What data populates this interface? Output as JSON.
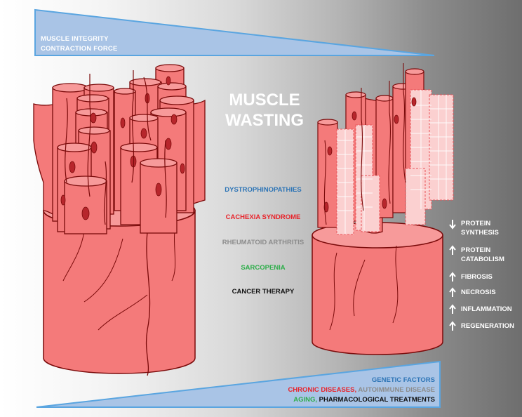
{
  "title_lines": [
    "MUSCLE",
    "WASTING"
  ],
  "top_triangle": {
    "lines": [
      "MUSCLE INTEGRITY",
      "CONTRACTION FORCE"
    ]
  },
  "conditions": [
    {
      "label": "DYSTROPHINOPATHIES",
      "color": "#2e75b6"
    },
    {
      "label": "CACHEXIA SYNDROME",
      "color": "#e8232a"
    },
    {
      "label": "RHEUMATOID ARTHRITIS",
      "color": "#8c8c8c"
    },
    {
      "label": "SARCOPENIA",
      "color": "#2fae4b"
    },
    {
      "label": "CANCER THERAPY",
      "color": "#111111"
    }
  ],
  "effects": [
    {
      "arrow": "down",
      "lines": [
        "PROTEIN",
        "SYNTHESIS"
      ]
    },
    {
      "arrow": "up",
      "lines": [
        "PROTEIN",
        "CATABOLISM"
      ]
    },
    {
      "arrow": "up",
      "lines": [
        "FIBROSIS"
      ]
    },
    {
      "arrow": "up",
      "lines": [
        "NECROSIS"
      ]
    },
    {
      "arrow": "up",
      "lines": [
        "INFLAMMATION"
      ]
    },
    {
      "arrow": "up",
      "lines": [
        "REGENERATION"
      ]
    }
  ],
  "bottom_triangle": {
    "line1": {
      "text": "GENETIC FACTORS",
      "color": "#2e75b6"
    },
    "line2": [
      {
        "text": "CHRONIC DISEASES,",
        "color": "#e8232a"
      },
      {
        "text": " AUTOIMMUNE DISEASE",
        "color": "#8c8c8c"
      }
    ],
    "line3": [
      {
        "text": "AGING,",
        "color": "#2fae4b"
      },
      {
        "text": " PHARMACOLOGICAL TREATMENTS",
        "color": "#111111"
      }
    ]
  },
  "colors": {
    "muscle": "#f47a7a",
    "muscle_dark": "#e8545a",
    "outline": "#7a0a0a",
    "nucleus": "#b7262c",
    "atrophic": "#fbd0d0",
    "triangle": "#a9c4e6",
    "triangle_border": "#5aa5e0"
  }
}
